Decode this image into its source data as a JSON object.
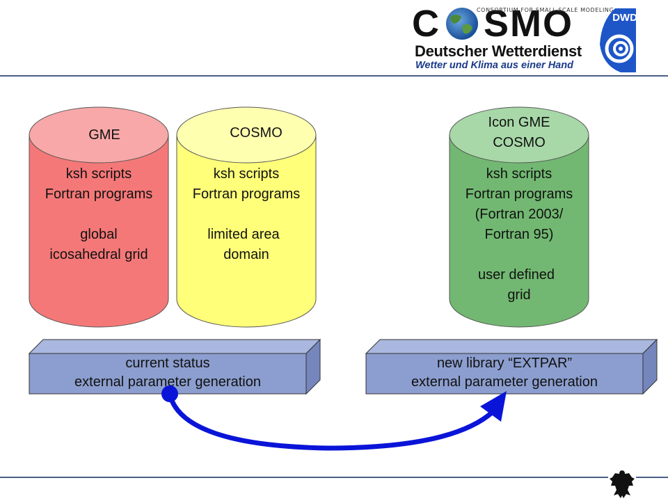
{
  "header": {
    "logo_top_line": "CONSORTIUM FOR SMALL SCALE MODELING",
    "logo_word": "COSMO",
    "org_name": "Deutscher Wetterdienst",
    "org_slogan": "Wetter und Klima aus einer Hand",
    "badge_text": "DWD"
  },
  "cylinders": [
    {
      "title": "GME",
      "body": [
        "ksh scripts",
        "Fortran programs",
        "",
        "global",
        "icosahedral grid"
      ],
      "color": "#f57878",
      "top_color": "#f8a8a8"
    },
    {
      "title": "COSMO",
      "body": [
        "ksh scripts",
        "Fortran programs",
        "",
        "limited area",
        "domain"
      ],
      "color": "#ffff7a",
      "top_color": "#ffffb0"
    },
    {
      "title_lines": [
        "Icon GME",
        "COSMO"
      ],
      "body": [
        "ksh scripts",
        "Fortran programs",
        "(Fortran 2003/",
        "Fortran 95)",
        "",
        "user defined",
        "grid"
      ],
      "color": "#72b872",
      "top_color": "#a8d8a8"
    }
  ],
  "boxes": [
    {
      "line1": "current status",
      "line2": "external parameter generation"
    },
    {
      "line1": "new library “EXTPAR”",
      "line2": "external parameter generation"
    }
  ],
  "colors": {
    "box_front": "#8c9ecf",
    "box_top": "#aab8e0",
    "box_side": "#7586bd",
    "arrow": "#0a14d8",
    "rule": "#4a5f86"
  }
}
